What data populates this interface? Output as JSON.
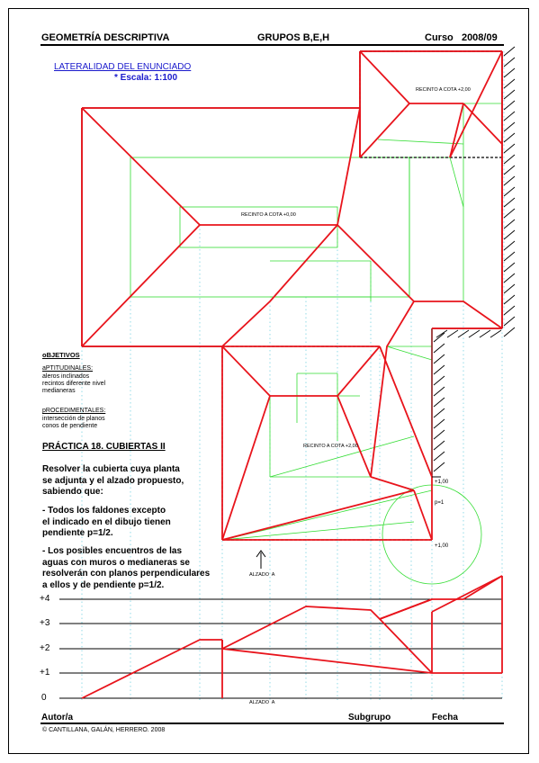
{
  "header": {
    "subject": "GEOMETRÍA DESCRIPTIVA",
    "groups": "GRUPOS B,E,H",
    "course": "Curso   2008/09"
  },
  "laterality": "LATERALIDAD DEL ENUNCIADO",
  "scale": "* Escala: 1:100",
  "plan": {
    "recinto_high": "RECINTO A COTA +2,00",
    "recinto_zero": "RECINTO A COTA +0,00",
    "recinto_low": "RECINTO A COTA +2,00",
    "mark_upper": "+1,00",
    "mark_p": "p=1",
    "mark_lower": "+1,00",
    "alzado_arrow": "ALZADO  A"
  },
  "objectives": {
    "title": "oBJETIVOS",
    "aptitude_title": "aPTITUDINALES:",
    "aptitude_lines": [
      "aleros inclinados",
      "recintos diferente nivel",
      "medianeras"
    ],
    "procedure_title": "pROCEDIMENTALES:",
    "procedure_lines": [
      "intersección de planos",
      "conos de pendiente"
    ]
  },
  "practice_title": "PRÁCTICA 18. CUBIERTAS II",
  "instructions": [
    "Resolver la cubierta cuya planta\nse adjunta y el alzado propuesto,\nsabiendo que:",
    "- Todos los faldones excepto\nel indicado en el dibujo tienen\npendiente p=1/2.",
    "- Los posibles encuentros  de las\naguas con muros o  medianeras se\nresolverán con planos perpendiculares\na ellos y de pendiente p=1/2."
  ],
  "elevation": {
    "levels": [
      "+4",
      "+3",
      "+2",
      "+1",
      "0"
    ],
    "label": "ALZADO  A"
  },
  "footer": {
    "author": "Autor/a",
    "subgroup": "Subgrupo",
    "date": "Fecha",
    "copyright": "© CANTILLANA, GALÁN, HERRERO.  2008"
  },
  "colors": {
    "roof_lines": "#e8141c",
    "construction_lines": "#33dd33",
    "projection_lines": "#66ccdd",
    "title_blue": "#1a1acc"
  }
}
